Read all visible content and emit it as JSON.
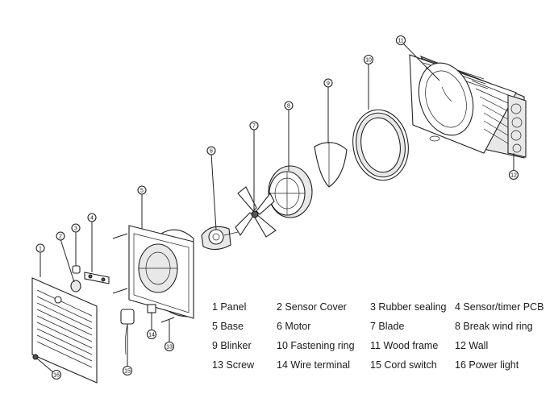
{
  "parts": [
    {
      "num": "1",
      "name": "Panel"
    },
    {
      "num": "2",
      "name": "Sensor Cover"
    },
    {
      "num": "3",
      "name": "Rubber sealing"
    },
    {
      "num": "4",
      "name": "Sensor/timer PCB"
    },
    {
      "num": "5",
      "name": "Base"
    },
    {
      "num": "6",
      "name": "Motor"
    },
    {
      "num": "7",
      "name": "Blade"
    },
    {
      "num": "8",
      "name": "Break wind ring"
    },
    {
      "num": "9",
      "name": "Blinker"
    },
    {
      "num": "10",
      "name": "Fastening ring"
    },
    {
      "num": "11",
      "name": "Wood frame"
    },
    {
      "num": "12",
      "name": "Wall"
    },
    {
      "num": "13",
      "name": "Screw"
    },
    {
      "num": "14",
      "name": "Wire terminal"
    },
    {
      "num": "15",
      "name": "Cord switch"
    },
    {
      "num": "16",
      "name": "Power light"
    }
  ],
  "legend_rows": [
    [
      "1 Panel",
      "2 Sensor Cover",
      "3 Rubber sealing",
      "4 Sensor/timer PCB"
    ],
    [
      "5 Base",
      "6 Motor",
      "7  Blade",
      "8 Break wind ring"
    ],
    [
      "9 Blinker",
      "10 Fastening ring",
      "11 Wood frame",
      "12 Wall"
    ],
    [
      "13 Screw",
      "14 Wire terminal",
      "15 Cord switch",
      "16 Power light"
    ]
  ]
}
